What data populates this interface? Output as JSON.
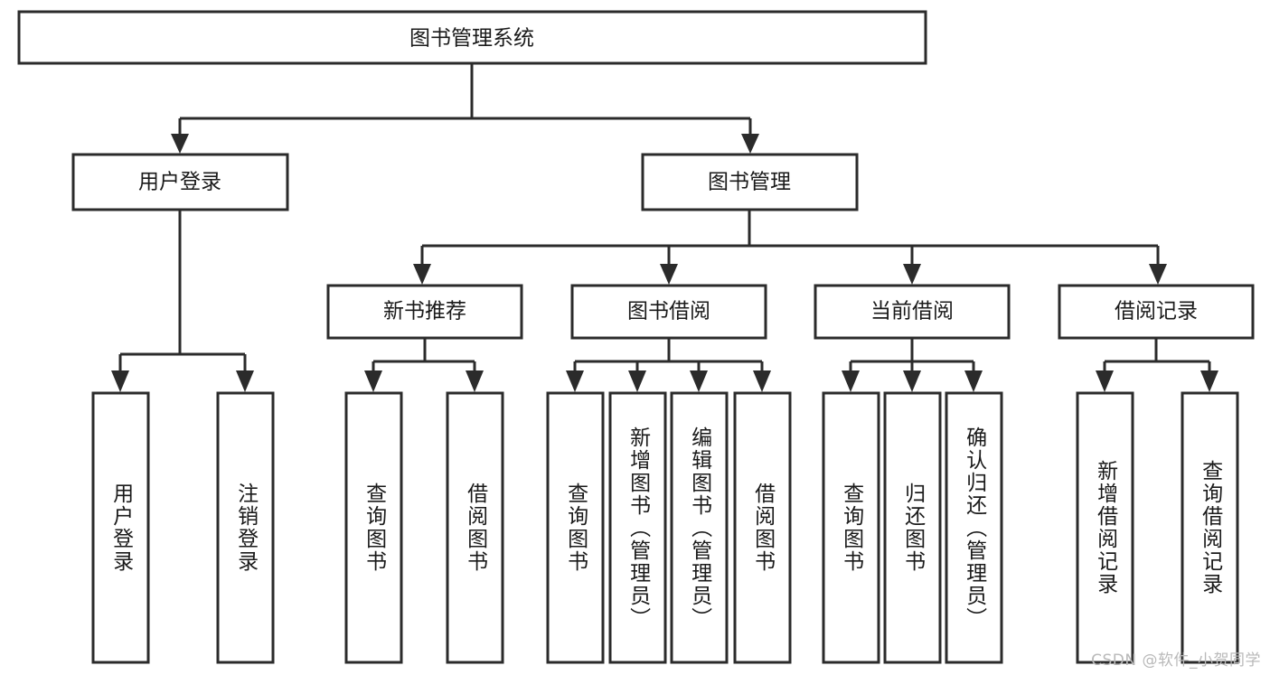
{
  "diagram": {
    "title": "图书管理系统",
    "type": "hierarchy-tree",
    "background_color": "#ffffff",
    "line_color": "#2b2b2b",
    "text_color": "#1a1a1a",
    "levels": 4
  },
  "root": {
    "label": "图书管理系统"
  },
  "level1": [
    {
      "label": "用户登录"
    },
    {
      "label": "图书管理"
    }
  ],
  "level2": [
    {
      "label": "新书推荐"
    },
    {
      "label": "图书借阅"
    },
    {
      "label": "当前借阅"
    },
    {
      "label": "借阅记录"
    }
  ],
  "leaves": {
    "user_login": [
      {
        "label": "用户登录"
      },
      {
        "label": "注销登录"
      }
    ],
    "new_book_recommend": [
      {
        "label": "查询图书"
      },
      {
        "label": "借阅图书"
      }
    ],
    "book_borrow": [
      {
        "label": "查询图书"
      },
      {
        "label": "新增图书（管理员）"
      },
      {
        "label": "编辑图书（管理员）"
      },
      {
        "label": "借阅图书"
      }
    ],
    "current_borrow": [
      {
        "label": "查询图书"
      },
      {
        "label": "归还图书"
      },
      {
        "label": "确认归还（管理员）"
      }
    ],
    "borrow_record": [
      {
        "label": "新增借阅记录"
      },
      {
        "label": "查询借阅记录"
      }
    ]
  },
  "watermark": {
    "text": "CSDN @软件_小贺同学"
  }
}
